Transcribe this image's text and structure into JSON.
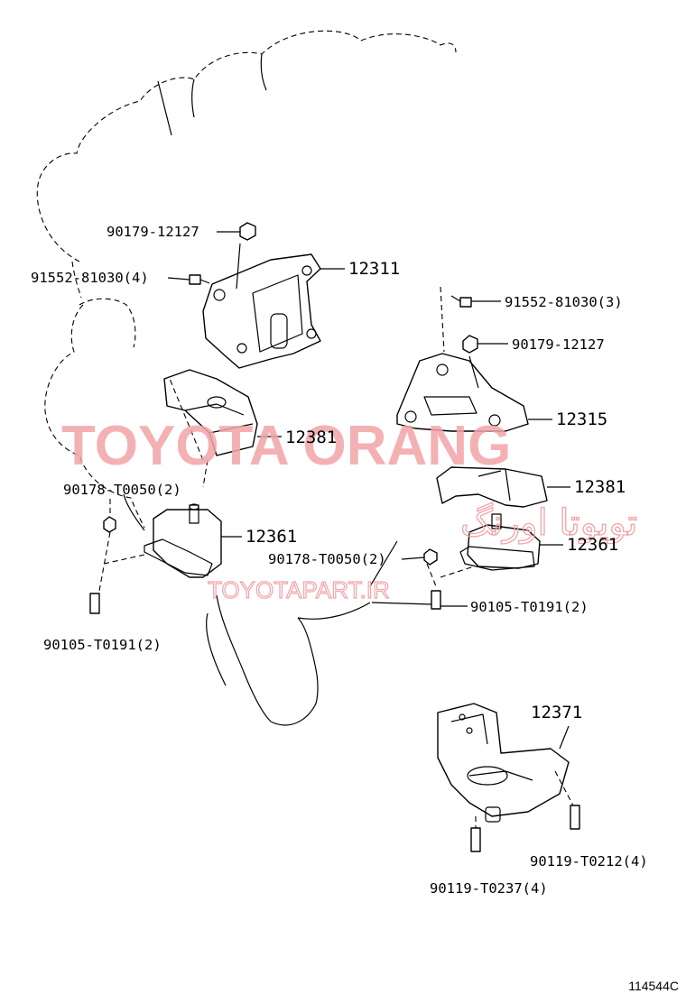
{
  "watermark": {
    "main": "TOYOTA ORANG",
    "persian": "تویوتا اورنگ",
    "site": "TOYOTAPART.IR"
  },
  "labels": {
    "l1": "90179-12127",
    "l2": "91552-81030(4)",
    "l3": "12311",
    "l4": "91552-81030(3)",
    "l5": "90179-12127",
    "l6": "12315",
    "l7": "12381",
    "l8": "12381",
    "l9": "90178-T0050(2)",
    "l10": "12361",
    "l11": "12361",
    "l12": "90178-T0050(2)",
    "l13": "90105-T0191(2)",
    "l14": "90105-T0191(2)",
    "l15": "12371",
    "l16": "90119-T0212(4)",
    "l17": "90119-T0237(4)"
  },
  "figure_code": "114544C"
}
